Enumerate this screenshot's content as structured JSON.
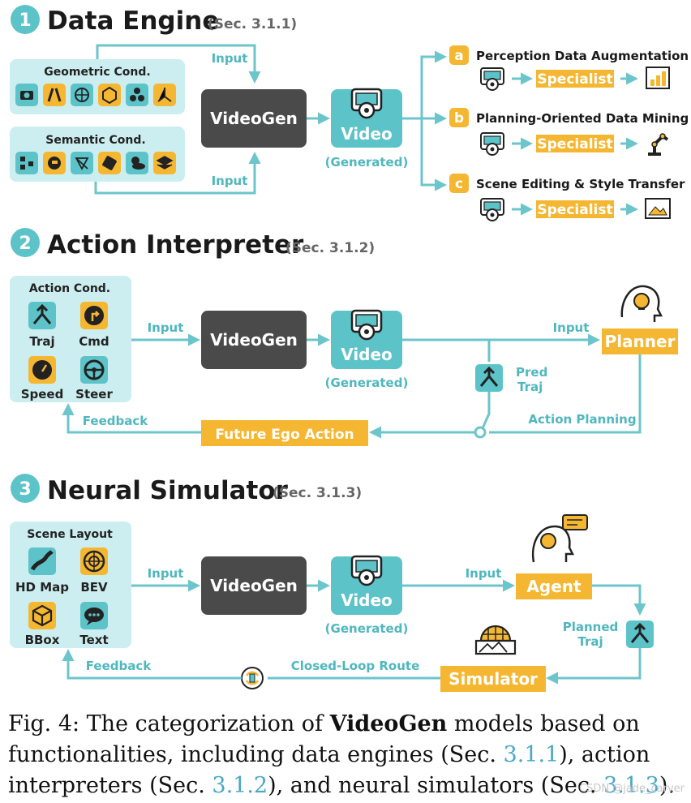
{
  "sections": {
    "s1": {
      "number": "1",
      "title": "Data Engine",
      "ref": "(Sec. 3.1.1)"
    },
    "s2": {
      "number": "2",
      "title": "Action Interpreter",
      "ref": "(Sec. 3.1.2)"
    },
    "s3": {
      "number": "3",
      "title": "Neural Simulator",
      "ref": "(Sec. 3.1.3)"
    }
  },
  "common": {
    "videogen": "VideoGen",
    "video": "Video",
    "generated": "(Generated)",
    "input": "Input",
    "feedback": "Feedback",
    "specialist": "Specialist"
  },
  "engine": {
    "geometric_title": "Geometric Cond.",
    "semantic_title": "Semantic Cond.",
    "geometric_icons": [
      "camera-icon",
      "road-icon",
      "radar-icon",
      "3d-box-icon",
      "nodes-icon",
      "coordinate-axes-icon"
    ],
    "semantic_icons": [
      "qr-pixels-icon",
      "speech-head-icon",
      "network-icon",
      "tags-icon",
      "weather-icon",
      "layers-icon"
    ],
    "tasks": [
      {
        "letter": "a",
        "label": "Perception Data Augmentation",
        "target_icon": "bar-chart-icon"
      },
      {
        "letter": "b",
        "label": "Planning-Oriented Data Mining",
        "target_icon": "robot-arm-icon"
      },
      {
        "letter": "c",
        "label": "Scene Editing & Style Transfer",
        "target_icon": "picture-frame-icon"
      }
    ]
  },
  "interpreter": {
    "cond_title": "Action Cond.",
    "conds": [
      {
        "label": "Traj",
        "icon": "directions-icon"
      },
      {
        "label": "Cmd",
        "icon": "turn-sign-icon"
      },
      {
        "label": "Speed",
        "icon": "speedometer-icon"
      },
      {
        "label": "Steer",
        "icon": "steering-wheel-icon"
      }
    ],
    "planner": "Planner",
    "pred_traj": [
      "Pred",
      "Traj"
    ],
    "action_planning": "Action Planning",
    "future_ego": "Future Ego Action"
  },
  "simulator": {
    "layout_title": "Scene Layout",
    "conds": [
      {
        "label": "HD Map",
        "icon": "map-road-icon"
      },
      {
        "label": "BEV",
        "icon": "radar-grid-icon"
      },
      {
        "label": "BBox",
        "icon": "cube-icon"
      },
      {
        "label": "Text",
        "icon": "chat-bubble-icon"
      }
    ],
    "agent": "Agent",
    "planned_traj": [
      "Planned",
      "Traj"
    ],
    "simulator": "Simulator",
    "closed_loop": "Closed-Loop Route"
  },
  "caption": {
    "prefix": "Fig. 4: The categorization of ",
    "bold": "VideoGen",
    "mid1": " models based on functionalities, including data engines (Sec. ",
    "ref1": "3.1.1",
    "mid2": "), action interpreters (Sec. ",
    "ref2": "3.1.2",
    "mid3": "), and neural simulators (Sec. ",
    "ref3": "3.1.3",
    "suffix": ")."
  },
  "watermark": "CSDN @jade_carver",
  "colors": {
    "teal": "#5cc3c9",
    "teal_light": "#cdeef0",
    "dark": "#4a4a4a",
    "orange": "#f5b731",
    "teal_line": "#6cc5cb"
  }
}
